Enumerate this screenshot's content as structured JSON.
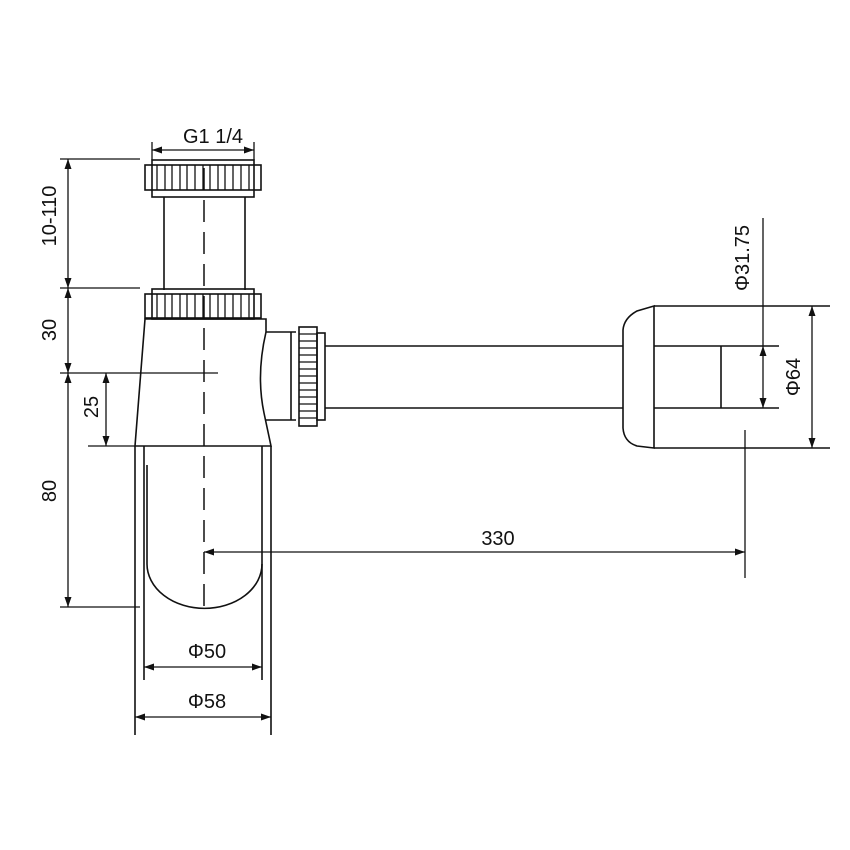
{
  "drawing": {
    "title": "Bottle trap technical drawing",
    "colors": {
      "line": "#111111",
      "background": "#ffffff"
    },
    "dimensions": {
      "thread": "G1 1/4",
      "tail_height": "10-110",
      "nut_height": "30",
      "body_offset": "25",
      "body_height": "80",
      "outlet_diameter": "Φ31.75",
      "flange_diameter": "Φ64",
      "inner_diameter": "Φ50",
      "outer_diameter": "Φ58",
      "wall_distance": "330"
    }
  }
}
